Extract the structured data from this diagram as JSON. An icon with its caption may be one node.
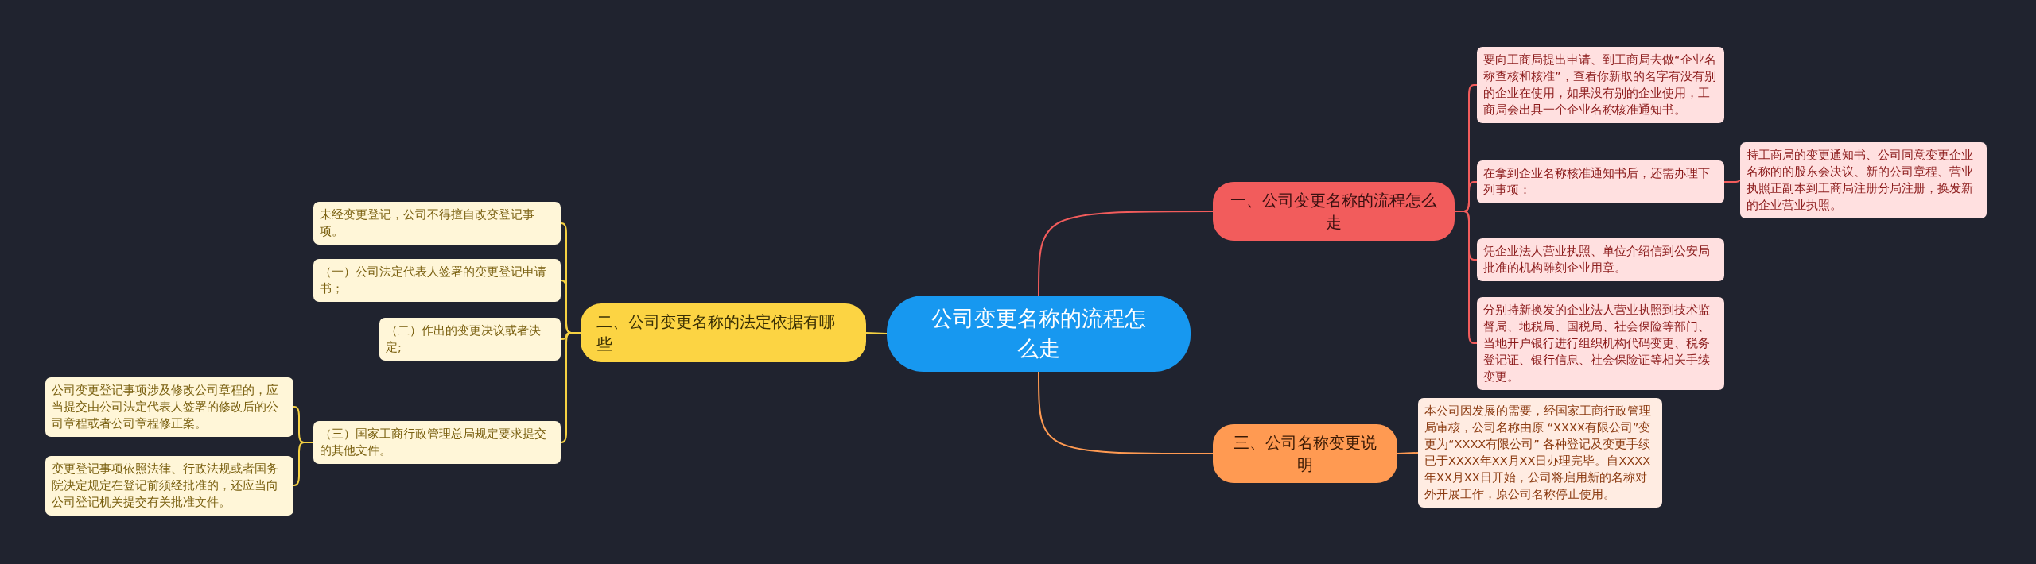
{
  "diagram": {
    "nodes": [
      {
        "text": [
          "公司变更名称的流程怎么走"
        ]
      },
      {
        "text": [
          "一、公司变更名称的流程怎么走"
        ]
      },
      {
        "text": [
          "要向工商局提出申请、到工商局去做“企业名称查核和核准”，查看你新取的名字有没有别的企业在使用，如果没有别的企业使用，工商局会出具一个企业名称核准通知书。"
        ]
      },
      {
        "text": [
          "在拿到企业名称核准通知书后，还需办理下列事项："
        ]
      },
      {
        "text": [
          "持工商局的变更通知书、公司同意变更企业名称的的股东会决议、新的公司章程、营业执照正副本到工商局注册分局注册，换发新的企业营业执照。"
        ]
      },
      {
        "text": [
          "凭企业法人营业执照、单位介绍信到公安局批准的机构雕刻企业用章。"
        ]
      },
      {
        "text": [
          "分别持新换发的企业法人营业执照到技术监督局、地税局、国税局、社会保险等部门、当地开户银行进行组织机构代码变更、税务登记证、银行信息、社会保险证等相关手续变更。"
        ]
      },
      {
        "text": [
          "三、公司名称变更说明"
        ]
      },
      {
        "text": [
          "本公司因发展的需要，经国家工商行政管理局审核，公司名称由原 “XXXX有限公司”变更为“XXXX有限公司” 各种登记及变更手续已于XXXX年XX月XX日办理完毕。自XXXX年XX月XX日开始，公司将启用新的名称对外开展工作，原公司名称停止使用。"
        ]
      },
      {
        "text": [
          "二、公司变更名称的法定依据有哪些"
        ]
      },
      {
        "text": [
          "未经变更登记，公司不得擅自改变登记事项。"
        ]
      },
      {
        "text": [
          "（一）公司法定代表人签署的变更登记申请书；"
        ]
      },
      {
        "text": [
          "（二）作出的变更决议或者决定;"
        ]
      },
      {
        "text": [
          "（三）国家工商行政管理总局规定要求提交的其他文件。"
        ]
      },
      {
        "text": [
          "公司变更登记事项涉及修改公司章程的，应当提交由公司法定代表人签署的修改后的公司章程或者公司章程修正案。"
        ]
      },
      {
        "text": [
          "变更登记事项依照法律、行政法规或者国务院决定规定在登记前须经批准的，还应当向公司登记机关提交有关批准文件。"
        ]
      }
    ],
    "edges": [
      {
        "from": 0,
        "to": 1,
        "arrow": "none",
        "color": "#f25c5c"
      },
      {
        "from": 1,
        "to": 2,
        "arrow": "none",
        "color": "#f25c5c"
      },
      {
        "from": 1,
        "to": 3,
        "arrow": "none",
        "color": "#f25c5c"
      },
      {
        "from": 3,
        "to": 4,
        "arrow": "none",
        "color": "#f25c5c"
      },
      {
        "from": 1,
        "to": 5,
        "arrow": "none",
        "color": "#f25c5c"
      },
      {
        "from": 1,
        "to": 6,
        "arrow": "none",
        "color": "#f25c5c"
      },
      {
        "from": 0,
        "to": 7,
        "arrow": "none",
        "color": "#ff9a52"
      },
      {
        "from": 7,
        "to": 8,
        "arrow": "none",
        "color": "#ff9a52"
      },
      {
        "from": 0,
        "to": 9,
        "arrow": "none"
      },
      {
        "from": 9,
        "to": 10,
        "arrow": "none"
      },
      {
        "from": 9,
        "to": 11,
        "arrow": "none"
      },
      {
        "from": 9,
        "to": 12,
        "arrow": "none"
      },
      {
        "from": 9,
        "to": 13,
        "arrow": "none"
      },
      {
        "from": 13,
        "to": 14,
        "arrow": "none"
      },
      {
        "from": 13,
        "to": 15,
        "arrow": "none"
      }
    ]
  }
}
